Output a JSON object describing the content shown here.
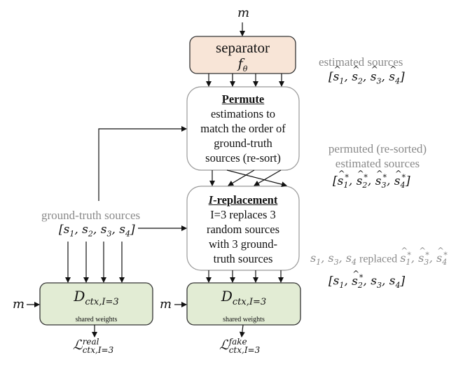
{
  "input_label": "m",
  "separator": {
    "title": "separator",
    "symbol": "f",
    "symbol_sub": "θ",
    "fill": "#f8e5d7"
  },
  "estimated_sources": {
    "caption": "estimated sources",
    "vector": [
      "ŝ1",
      "ŝ2",
      "ŝ3",
      "ŝ4"
    ]
  },
  "permute": {
    "title": "Permute",
    "lines": [
      "estimations to",
      "match the order of",
      "ground-truth",
      "sources (re-sort)"
    ]
  },
  "permuted_sources": {
    "caption_line1": "permuted (re-sorted)",
    "caption_line2": "estimated sources",
    "vector": [
      "ŝ*1",
      "ŝ*2",
      "ŝ*3",
      "ŝ*4"
    ]
  },
  "replacement": {
    "title_italic": "I",
    "title_rest": "-replacement",
    "lines": [
      "I=3 replaces 3",
      "random sources",
      "with 3 ground-",
      "truth sources"
    ]
  },
  "ground_truth": {
    "caption": "ground-truth sources",
    "vector": [
      "s1",
      "s2",
      "s3",
      "s4"
    ]
  },
  "replaced_note": {
    "caption": "s1, s3, s4 replaced ŝ*1, ŝ*3, ŝ*4",
    "caption_word": "replaced",
    "vector": [
      "s1",
      "ŝ*2",
      "s3",
      "s4"
    ]
  },
  "discriminators": [
    {
      "symbol": "D",
      "symbol_sub": "ctx,I=3",
      "note": "shared weights",
      "input": "m",
      "loss_symbol": "ℒ",
      "loss_sup": "real",
      "loss_sub": "ctx,I=3"
    },
    {
      "symbol": "D",
      "symbol_sub": "ctx,I=3",
      "note": "shared weights",
      "input": "m",
      "loss_symbol": "ℒ",
      "loss_sup": "fake",
      "loss_sub": "ctx,I=3"
    }
  ],
  "colors": {
    "separator_fill": "#f8e5d7",
    "discriminator_fill": "#e2ecd4",
    "caption_gray": "#8a8a8a",
    "box_stroke": "#888888"
  }
}
